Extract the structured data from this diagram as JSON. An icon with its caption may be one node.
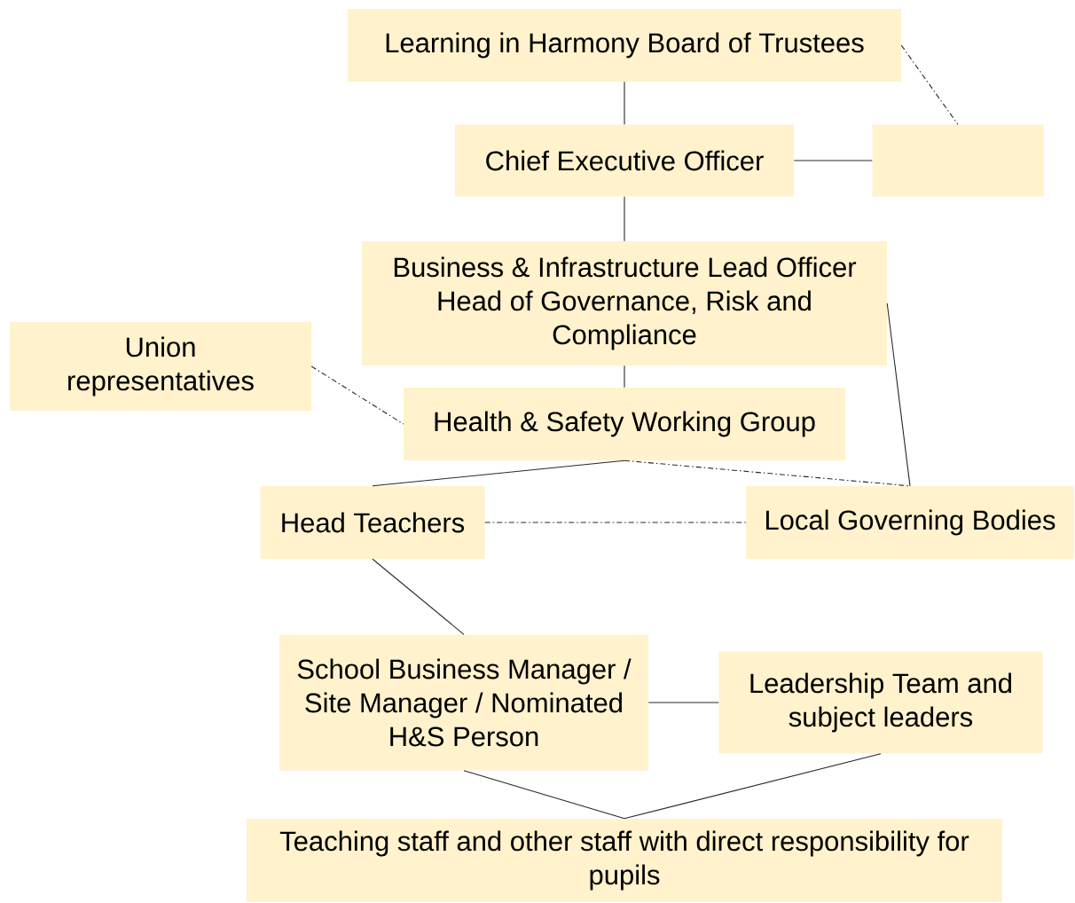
{
  "diagram": {
    "nodes": [
      {
        "text": [
          "Learning in Harmony Board of Trustees"
        ]
      },
      {
        "text": [
          "Chief Executive Officer"
        ]
      },
      {
        "text": [],
        "shape": "box"
      },
      {
        "text": [
          "Business & Infrastructure Lead Officer",
          "Head of Governance, Risk and Compliance"
        ]
      },
      {
        "text": [
          "Union representatives"
        ]
      },
      {
        "text": [
          "Health & Safety Working Group"
        ]
      },
      {
        "text": [
          "Head Teachers"
        ]
      },
      {
        "text": [
          "Local Governing Bodies"
        ]
      },
      {
        "text": [
          "School Business Manager / Site Manager / Nominated H&S Person"
        ]
      },
      {
        "text": [
          "Leadership Team and subject leaders"
        ]
      },
      {
        "text": [
          "Teaching staff and other staff with direct responsibility for pupils"
        ]
      }
    ],
    "edges": [
      {
        "from": 0,
        "to": 1,
        "arrow": "none"
      },
      {
        "from": 0,
        "to": 2,
        "arrow": "none",
        "style": "dashed"
      },
      {
        "from": 1,
        "to": 2,
        "arrow": "none"
      },
      {
        "from": 1,
        "to": 3,
        "arrow": "none"
      },
      {
        "from": 3,
        "to": 5,
        "arrow": "none"
      },
      {
        "from": 4,
        "to": 5,
        "arrow": "none",
        "style": "dashed"
      },
      {
        "from": 5,
        "to": 6,
        "arrow": "none"
      },
      {
        "from": 5,
        "to": 7,
        "arrow": "none",
        "style": "dashed"
      },
      {
        "from": 3,
        "to": 7,
        "arrow": "none"
      },
      {
        "from": 6,
        "to": 7,
        "arrow": "none",
        "style": "dashed"
      },
      {
        "from": 6,
        "to": 8,
        "arrow": "none"
      },
      {
        "from": 8,
        "to": 9,
        "arrow": "none"
      },
      {
        "from": 8,
        "to": 10,
        "arrow": "none"
      },
      {
        "from": 9,
        "to": 10,
        "arrow": "none"
      }
    ]
  }
}
